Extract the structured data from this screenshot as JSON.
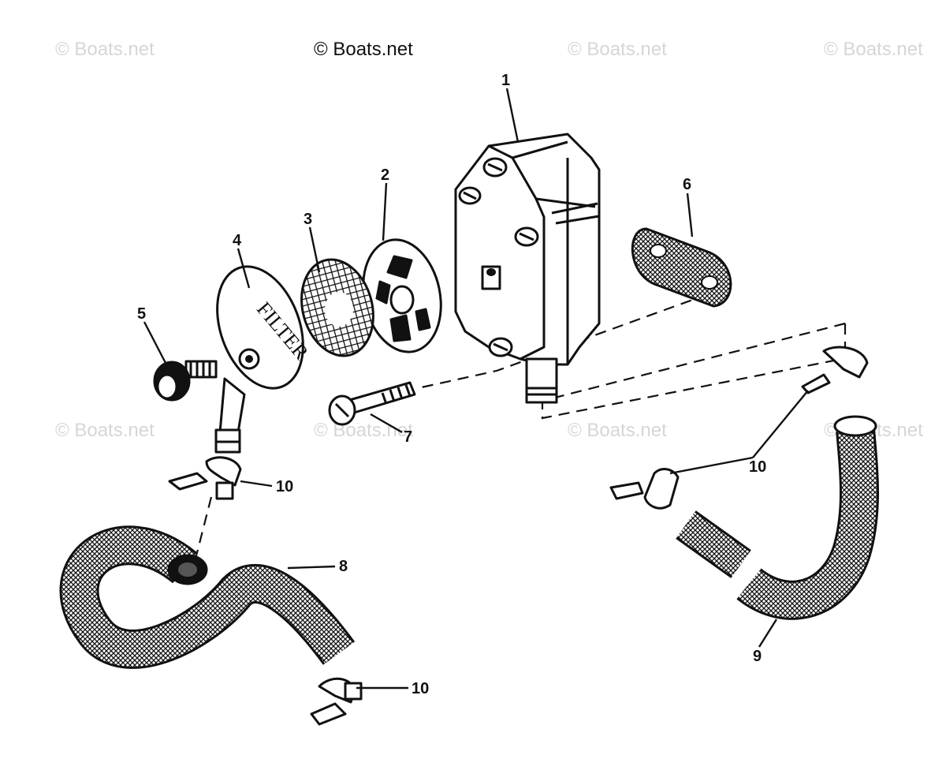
{
  "watermarks": {
    "top_left": "© Boats.net",
    "top_center": "© Boats.net",
    "top_right_1": "© Boats.net",
    "top_right_2": "© Boats.net",
    "mid_left": "© Boats.net",
    "mid_center": "© Boats.net",
    "mid_right_1": "© Boats.net",
    "mid_right_2": "© Boats.net"
  },
  "callouts": {
    "c1": "1",
    "c2": "2",
    "c3": "3",
    "c4": "4",
    "c5": "5",
    "c6": "6",
    "c7": "7",
    "c8": "8",
    "c9": "9",
    "c10_top": "10",
    "c10_right": "10",
    "c10_bottom": "10"
  },
  "filter_label": "FILTER",
  "colors": {
    "ink": "#111111",
    "watermark": "#d6d6d6",
    "background": "#ffffff"
  }
}
